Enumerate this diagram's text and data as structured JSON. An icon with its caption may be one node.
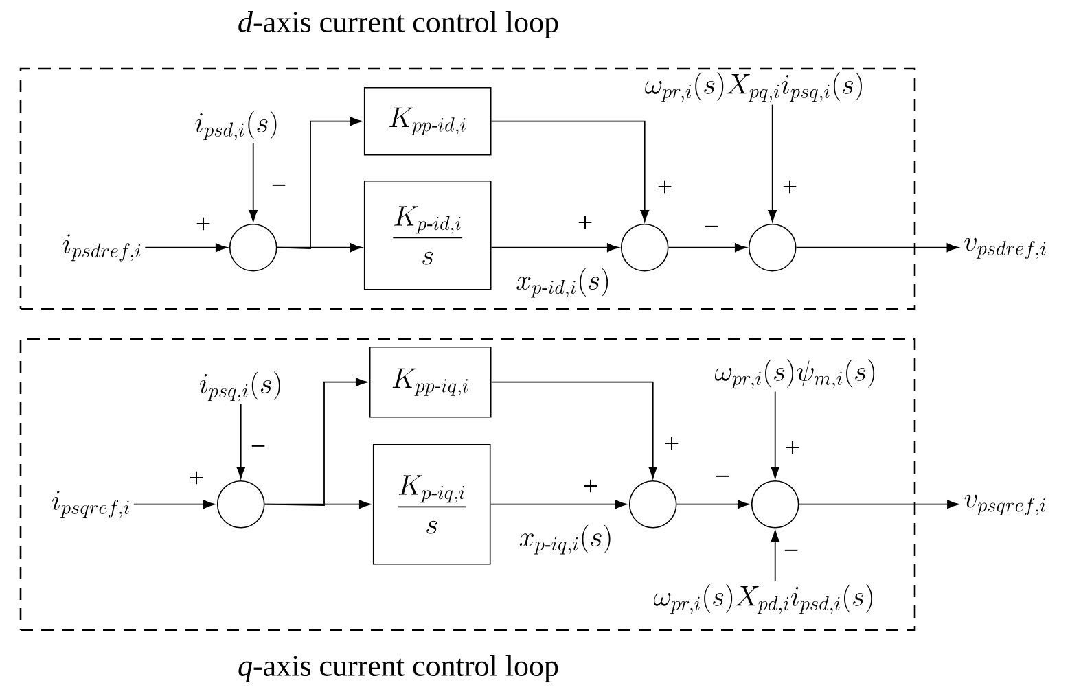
{
  "diagram": {
    "nodes": [
      {
        "text": [
          "*d*-axis current control loop"
        ]
      },
      {
        "text": [
          "i_{psdref,i}"
        ],
        "in": 0
      },
      {
        "text": [
          "i_{psd,i}(s)"
        ],
        "in": 0
      },
      {
        "text": [],
        "shape": "circle",
        "in": 0
      },
      {
        "text": [
          "K_{pp\\text{-}id,i}"
        ],
        "in": 0
      },
      {
        "text": [
          "\\frac{K_{p\\text{-}id,i}}{s}"
        ],
        "in": 0
      },
      {
        "text": [],
        "shape": "circle",
        "in": 0
      },
      {
        "text": [
          "\\omega_{pr,i}(s)X_{pq,i}i_{psq,i}(s)"
        ],
        "in": 0
      },
      {
        "text": [],
        "shape": "circle",
        "in": 0
      },
      {
        "text": [
          "v_{psdref,i}"
        ]
      },
      {
        "text": [
          "*q*-axis current control loop"
        ]
      },
      {
        "text": [
          "i_{psqref,i}"
        ],
        "in": 10
      },
      {
        "text": [
          "i_{psq,i}(s)"
        ],
        "in": 10
      },
      {
        "text": [],
        "shape": "circle",
        "in": 10
      },
      {
        "text": [
          "K_{pp\\text{-}iq,i}"
        ],
        "in": 10
      },
      {
        "text": [
          "\\frac{K_{p\\text{-}iq,i}}{s}"
        ],
        "in": 10
      },
      {
        "text": [],
        "shape": "circle",
        "in": 10
      },
      {
        "text": [
          "\\omega_{pr,i}(s)\\psi_{m,i}(s)"
        ],
        "in": 10
      },
      {
        "text": [],
        "shape": "circle",
        "in": 10
      },
      {
        "text": [
          "\\omega_{pr,i}(s)X_{pd,i}i_{psd,i}(s)"
        ],
        "in": 10
      },
      {
        "text": [
          "v_{psqref,i}"
        ]
      }
    ],
    "edges": [
      {
        "from": 1,
        "to": 3,
        "arrow": "to",
        "label": "+"
      },
      {
        "from": 2,
        "to": 3,
        "arrow": "to",
        "label": "−"
      },
      {
        "from": 3,
        "to": 4,
        "arrow": "to"
      },
      {
        "from": 3,
        "to": 5,
        "arrow": "to"
      },
      {
        "from": 4,
        "to": 6,
        "arrow": "to",
        "label": "+"
      },
      {
        "from": 5,
        "to": 6,
        "arrow": "to",
        "label": "+"
      },
      {
        "from": 6,
        "to": 8,
        "arrow": "to",
        "label": "−"
      },
      {
        "from": 7,
        "to": 8,
        "arrow": "to",
        "label": "+"
      },
      {
        "from": 8,
        "to": 9,
        "arrow": "to"
      },
      {
        "from": 11,
        "to": 13,
        "arrow": "to",
        "label": "+"
      },
      {
        "from": 12,
        "to": 13,
        "arrow": "to",
        "label": "−"
      },
      {
        "from": 13,
        "to": 14,
        "arrow": "to"
      },
      {
        "from": 13,
        "to": 15,
        "arrow": "to"
      },
      {
        "from": 14,
        "to": 16,
        "arrow": "to",
        "label": "+"
      },
      {
        "from": 15,
        "to": 16,
        "arrow": "to",
        "label": "+"
      },
      {
        "from": 16,
        "to": 18,
        "arrow": "to",
        "label": "−"
      },
      {
        "from": 17,
        "to": 18,
        "arrow": "to",
        "label": "+"
      },
      {
        "from": 19,
        "to": 18,
        "arrow": "to",
        "label": "−"
      },
      {
        "from": 18,
        "to": 20,
        "arrow": "to"
      }
    ],
    "labels": [
      "x_{p\\text{-}id,i}(s)",
      "x_{p\\text{-}iq,i}(s)"
    ]
  }
}
